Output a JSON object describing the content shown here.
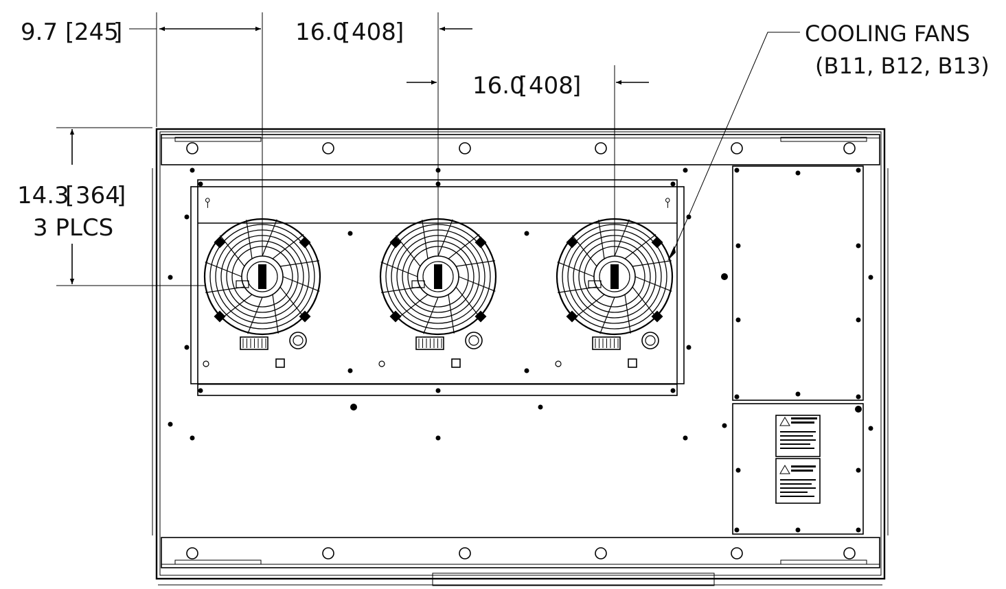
{
  "dimensions": {
    "left_offset": {
      "value": "9.7",
      "bracket": "245"
    },
    "fan_spacing_top": {
      "value": "16.0",
      "bracket": "408"
    },
    "fan_spacing_mid": {
      "value": "16.0",
      "bracket": "408"
    },
    "vertical": {
      "value": "14.3",
      "bracket": "364",
      "note": "3 PLCS"
    }
  },
  "callout": {
    "line1": "COOLING FANS",
    "line2": "(B11, B12, B13)"
  },
  "fans": [
    {
      "name": "B11"
    },
    {
      "name": "B12"
    },
    {
      "name": "B13"
    }
  ]
}
